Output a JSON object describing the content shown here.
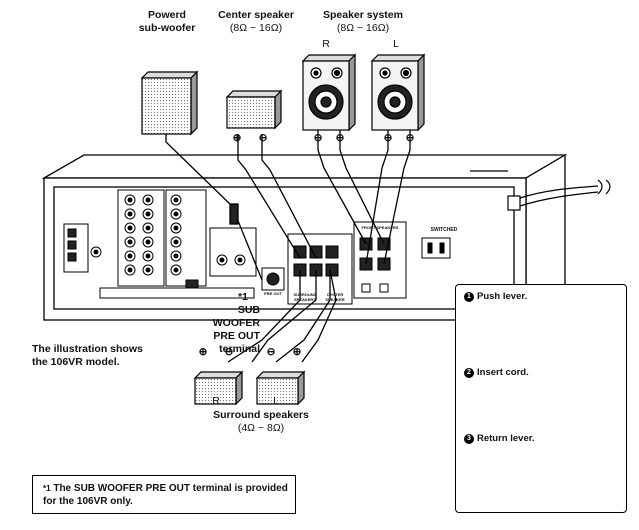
{
  "labels": {
    "subwoofer": "Powerd\nsub-woofer",
    "center_title": "Center speaker",
    "center_ohm": "(8Ω ~ 16Ω)",
    "system_title": "Speaker system",
    "system_ohm": "(8Ω ~ 16Ω)",
    "system_r": "R",
    "system_l": "L",
    "subwoofer_terminal_mark": "*1",
    "subwoofer_terminal": "SUB\nWOOFER\nPRE OUT\nterminal",
    "model_note": "The illustration shows\nthe 106VR model.",
    "surround_r": "R",
    "surround_l": "L",
    "surround_title": "Surround speakers",
    "surround_ohm": "(4Ω ~ 8Ω)",
    "plus": "⊕",
    "minus": "⊖"
  },
  "panel_marks": {
    "switched": "SWITCHED",
    "surround": "SURROUND\nSPEAKERS",
    "center": "CENTER\nSPEAKER",
    "front": "FRONT SPEAKERS",
    "preout": "PRE OUT"
  },
  "footnote": {
    "mark": "*1",
    "text": "The SUB WOOFER PRE OUT terminal is provided for the 106VR only."
  },
  "steps": [
    {
      "num": "1",
      "label": "Push lever."
    },
    {
      "num": "2",
      "label": "Insert cord."
    },
    {
      "num": "3",
      "label": "Return lever."
    }
  ]
}
